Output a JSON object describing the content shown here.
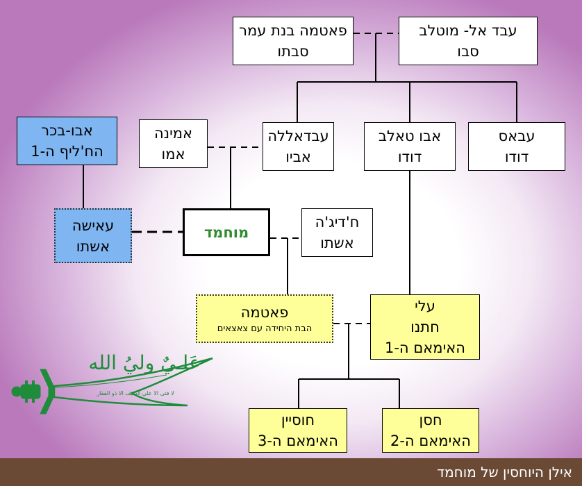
{
  "nodes": {
    "abd_al_muttalib": {
      "line1": "עבד אל- מוטלב",
      "line2": "סבו"
    },
    "fatima_bint_amr": {
      "line1": "פאטמה בנת עמר",
      "line2": "סבתו"
    },
    "abbas": {
      "line1": "עבאס",
      "line2": "דודו"
    },
    "abu_talib": {
      "line1": "אבו טאלב",
      "line2": "דודו"
    },
    "abdallah": {
      "line1": "עבדאללה",
      "line2": "אביו"
    },
    "amina": {
      "line1": "אמינה",
      "line2": "אמו"
    },
    "abu_bakr": {
      "line1": "אבו-בכר",
      "line2": "הח'ליף ה-1"
    },
    "aisha": {
      "line1": "עאישה",
      "line2": "אשתו"
    },
    "muhammad": {
      "line1": "מוחמד"
    },
    "khadija": {
      "line1": "ח'דיג'ה",
      "line2": "אשתו"
    },
    "fatima": {
      "line1": "פאטמה",
      "line2": "הבת היחידה עם צאצאים"
    },
    "ali": {
      "line1": "עלי",
      "line2": "חתנו",
      "line3": "האימאם ה-1"
    },
    "husayn": {
      "line1": "חוסיין",
      "line2": "האימאם ה-3"
    },
    "hasan": {
      "line1": "חסן",
      "line2": "האימאם ה-2"
    }
  },
  "sword": {
    "main_text": "عَلـيٌ وليُ الله",
    "sub_text": "لا فتى الا علي لاسيف الا ذو الفقار"
  },
  "caption": "אילן היוחסין של מוחמד",
  "colors": {
    "blue_box": "#7fb5f0",
    "yellow_box": "#ffff99",
    "muhammad_text": "#2e8b2e",
    "caption_bg": "#6b4a35",
    "sword_green": "#1e8c3a"
  }
}
